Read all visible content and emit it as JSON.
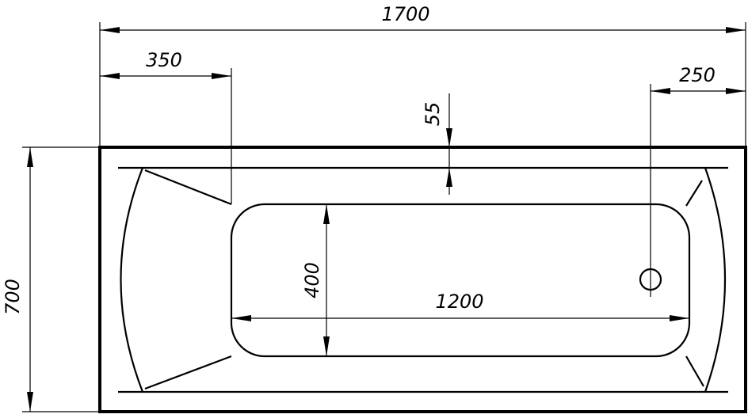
{
  "dimensions": {
    "overall_length": "1700",
    "left_offset": "350",
    "right_offset": "250",
    "rim_width": "55",
    "overall_width": "700",
    "bottom_width": "400",
    "bottom_length": "1200"
  },
  "colors": {
    "line": "#000000",
    "background": "#ffffff"
  }
}
